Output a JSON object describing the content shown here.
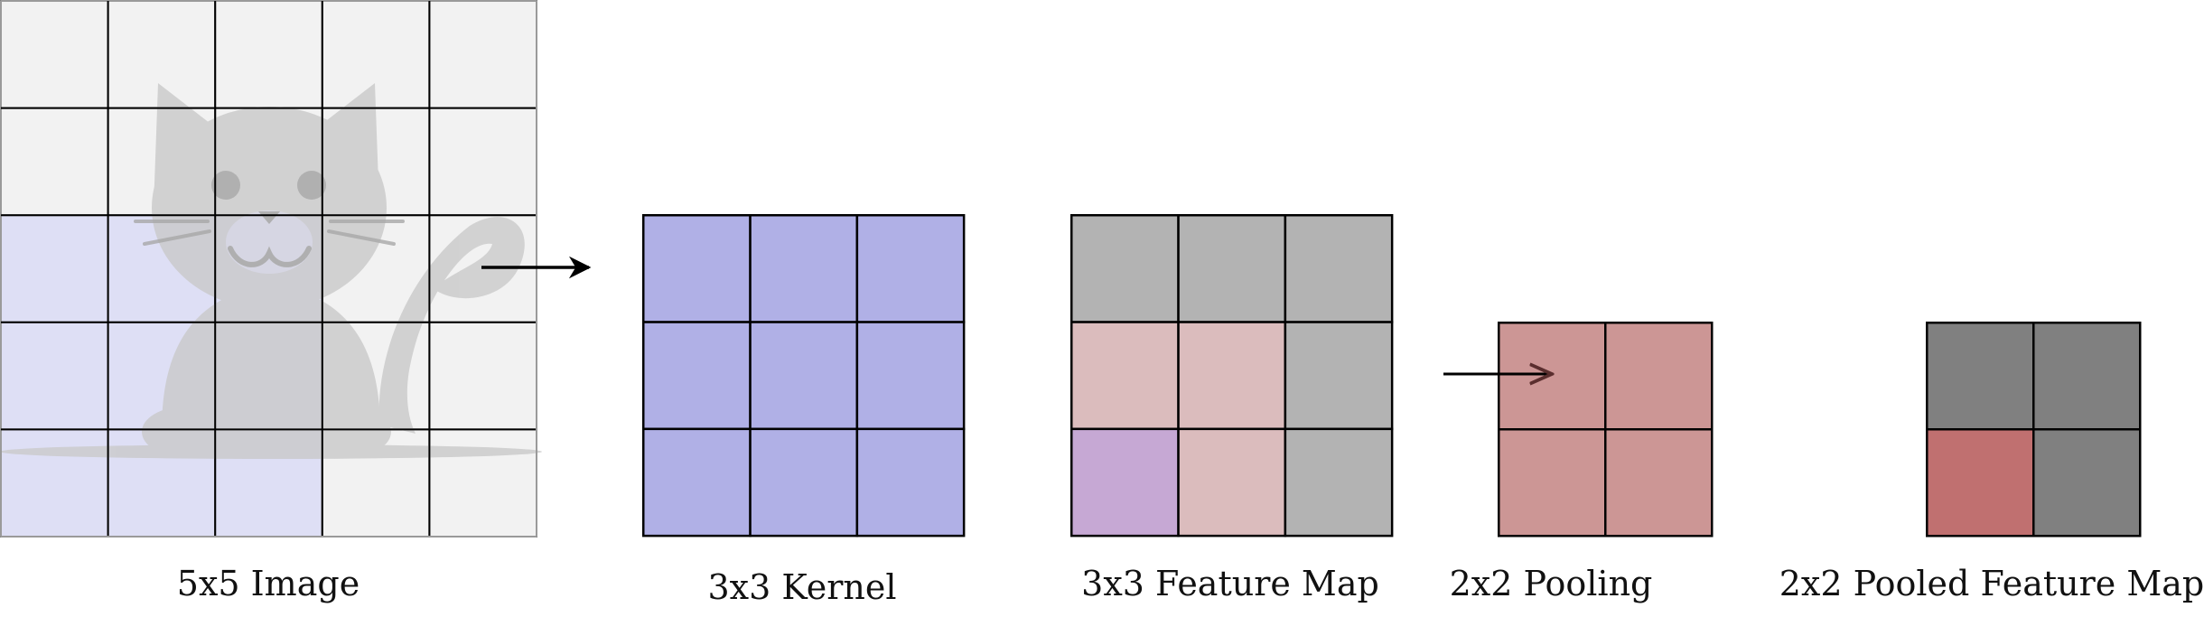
{
  "labels": {
    "image": "5x5 Image",
    "kernel": "3x3 Kernel",
    "feature_map": "3x3 Feature Map",
    "pooling": "2x2 Pooling",
    "pooled": "2x2 Pooled Feature Map"
  },
  "colors": {
    "image_cell": "#f2f2f2",
    "image_highlight": "#dedff5",
    "kernel_cell": "#b0b0e6",
    "feature_gray": "#b3b3b3",
    "feature_pink": "#dbbcbd",
    "feature_purple": "#c6a8d4",
    "pooling_cell": "#cc9695",
    "pooled_gray": "#808080",
    "pooled_red": "#c07070",
    "cat": "#c9c9c9",
    "grid_line": "#000000"
  },
  "icons": {
    "image_subject": "cat-icon"
  },
  "grids": {
    "image": [
      [
        "image_cell",
        "image_cell",
        "image_cell",
        "image_cell",
        "image_cell"
      ],
      [
        "image_cell",
        "image_cell",
        "image_cell",
        "image_cell",
        "image_cell"
      ],
      [
        "image_highlight",
        "image_highlight",
        "image_highlight",
        "image_cell",
        "image_cell"
      ],
      [
        "image_highlight",
        "image_highlight",
        "image_highlight",
        "image_cell",
        "image_cell"
      ],
      [
        "image_highlight",
        "image_highlight",
        "image_highlight",
        "image_cell",
        "image_cell"
      ]
    ],
    "kernel": [
      [
        "kernel_cell",
        "kernel_cell",
        "kernel_cell"
      ],
      [
        "kernel_cell",
        "kernel_cell",
        "kernel_cell"
      ],
      [
        "kernel_cell",
        "kernel_cell",
        "kernel_cell"
      ]
    ],
    "feature_map": [
      [
        "feature_gray",
        "feature_gray",
        "feature_gray"
      ],
      [
        "feature_pink",
        "feature_pink",
        "feature_gray"
      ],
      [
        "feature_purple",
        "feature_pink",
        "feature_gray"
      ]
    ],
    "pooling": [
      [
        "pooling_cell",
        "pooling_cell"
      ],
      [
        "pooling_cell",
        "pooling_cell"
      ]
    ],
    "pooled": [
      [
        "pooled_gray",
        "pooled_gray"
      ],
      [
        "pooled_red",
        "pooled_gray"
      ]
    ]
  }
}
